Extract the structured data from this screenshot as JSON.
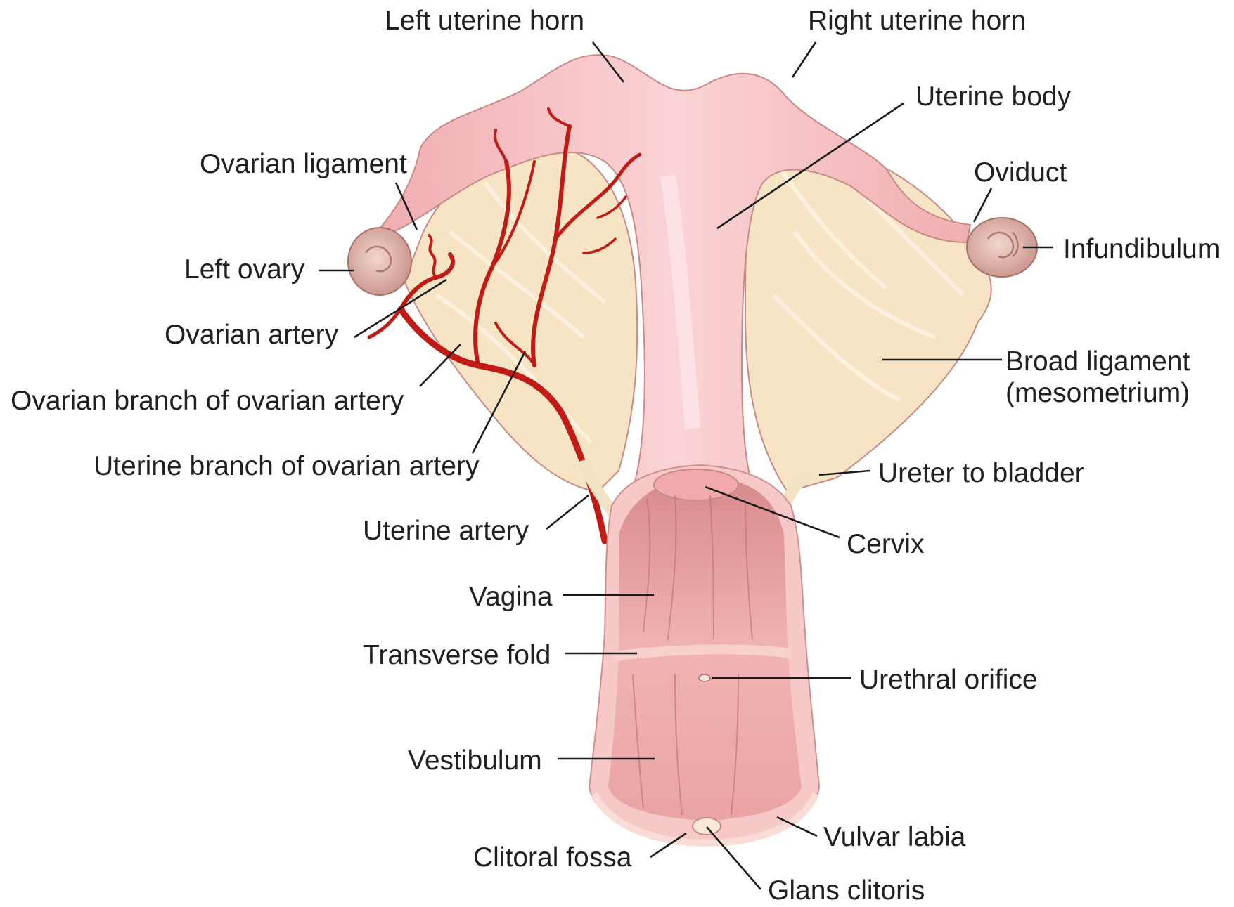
{
  "labels": {
    "left_uterine_horn": "Left uterine horn",
    "right_uterine_horn": "Right uterine horn",
    "uterine_body": "Uterine body",
    "ovarian_ligament": "Ovarian ligament",
    "oviduct": "Oviduct",
    "left_ovary": "Left ovary",
    "infundibulum": "Infundibulum",
    "ovarian_artery": "Ovarian artery",
    "ovarian_branch": "Ovarian branch of ovarian artery",
    "broad_ligament_line1": "Broad ligament",
    "broad_ligament_line2": "(mesometrium)",
    "uterine_branch": "Uterine branch of ovarian artery",
    "ureter": "Ureter to bladder",
    "uterine_artery": "Uterine artery",
    "cervix": "Cervix",
    "vagina": "Vagina",
    "transverse_fold": "Transverse fold",
    "urethral_orifice": "Urethral orifice",
    "vestibulum": "Vestibulum",
    "vulvar_labia": "Vulvar labia",
    "clitoral_fossa": "Clitoral fossa",
    "glans_clitoris": "Glans clitoris"
  },
  "colors": {
    "uterus": "#f2b8bb",
    "ligament": "#f7e4c4",
    "artery": "#c21a14",
    "mucosa": "#e9a2a2",
    "ovary": "#e3bdb4",
    "text": "#231f20"
  }
}
